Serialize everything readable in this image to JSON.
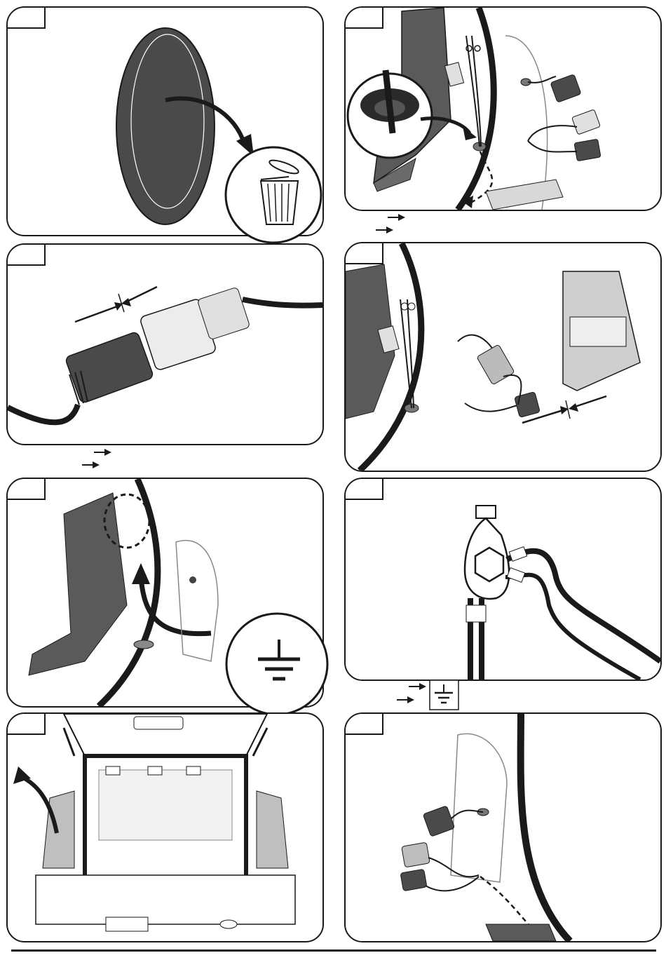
{
  "sheet": {
    "panels": [
      {
        "id": "step-1",
        "illustration": "grommet-removal",
        "icon": "trash-bin-icon"
      },
      {
        "id": "step-2",
        "illustration": "route-wires-through-grommet",
        "icon": "grommet-detail-icon"
      },
      {
        "id": "step-3",
        "illustration": "connector-disconnect",
        "icon": "connector-icon"
      },
      {
        "id": "step-4",
        "illustration": "connect-to-taillight-harness",
        "icon": "taillight-icon"
      },
      {
        "id": "step-5",
        "illustration": "locate-ground-point",
        "icon": "ground-symbol-icon"
      },
      {
        "id": "step-6",
        "illustration": "fasten-ground-eyelets",
        "icon": "ring-terminal-icon"
      },
      {
        "id": "step-7",
        "illustration": "remove-tailgate-trim",
        "icon": "vehicle-rear-icon"
      },
      {
        "id": "step-8",
        "illustration": "refit-and-route-harness",
        "icon": "connector-icon"
      }
    ],
    "colors": {
      "line": "#1a1a1a",
      "dark_fill": "#3c3c3c",
      "mid_fill": "#5a5a5a",
      "light_fill": "#d8d8d8",
      "bg": "#ffffff"
    }
  }
}
